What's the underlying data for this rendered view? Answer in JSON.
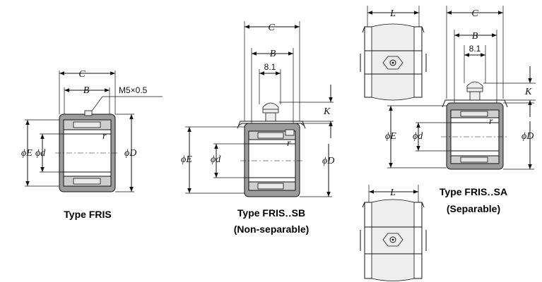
{
  "labels": {
    "C": "C",
    "B": "B",
    "L": "L",
    "K": "K",
    "r": "r",
    "phiE": "ϕE",
    "phid": "ϕd",
    "phiD": "ϕD",
    "dim81": "8.1",
    "thread": "M5×0.5"
  },
  "captions": {
    "fris": "Type FRIS",
    "fris_sb": "Type FRIS‥SB",
    "fris_sb_sub": "(Non-separable)",
    "fris_sa": "Type FRIS‥SA",
    "fris_sa_sub": "(Separable)"
  },
  "colors": {
    "line": "#111111",
    "shell": "#9c9c9c",
    "ring": "#cfcfcf",
    "background": "#ffffff"
  }
}
